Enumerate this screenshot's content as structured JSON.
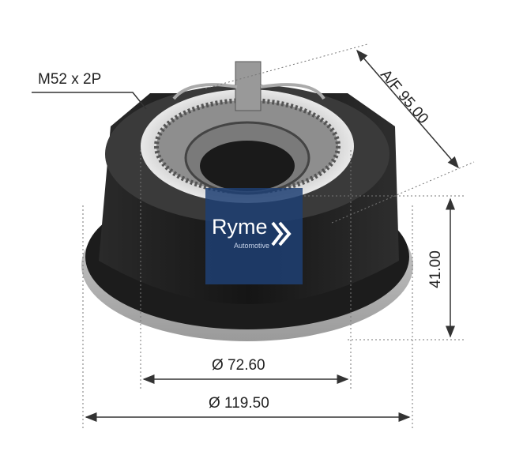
{
  "labels": {
    "thread": "M52 x 2P",
    "across_flats": "A/F 95.00",
    "height": "41.00",
    "inner_diameter": "Ø 72.60",
    "outer_diameter": "Ø 119.50"
  },
  "logo": {
    "name": "Ryme",
    "subtitle": "Automotive",
    "color": "#1f3f73"
  }
}
